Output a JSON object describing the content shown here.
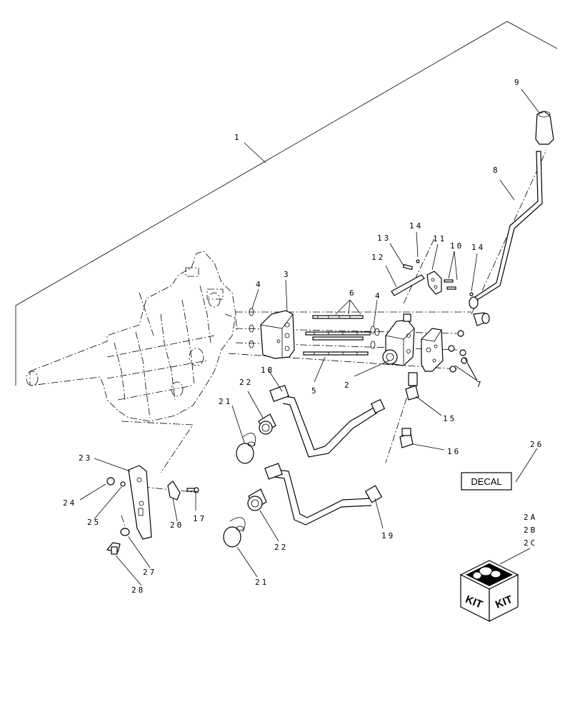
{
  "diagram": {
    "callouts": [
      {
        "id": "c1",
        "text": "1"
      },
      {
        "id": "c2",
        "text": "2"
      },
      {
        "id": "c3",
        "text": "3"
      },
      {
        "id": "c4a",
        "text": "4"
      },
      {
        "id": "c4b",
        "text": "4"
      },
      {
        "id": "c5",
        "text": "5"
      },
      {
        "id": "c6",
        "text": "6"
      },
      {
        "id": "c7",
        "text": "7"
      },
      {
        "id": "c8",
        "text": "8"
      },
      {
        "id": "c9",
        "text": "9"
      },
      {
        "id": "c10",
        "text": "10"
      },
      {
        "id": "c11",
        "text": "11"
      },
      {
        "id": "c12",
        "text": "12"
      },
      {
        "id": "c13",
        "text": "13"
      },
      {
        "id": "c14a",
        "text": "14"
      },
      {
        "id": "c14b",
        "text": "14"
      },
      {
        "id": "c15",
        "text": "15"
      },
      {
        "id": "c16",
        "text": "16"
      },
      {
        "id": "c17",
        "text": "17"
      },
      {
        "id": "c18",
        "text": "18"
      },
      {
        "id": "c19",
        "text": "19"
      },
      {
        "id": "c20",
        "text": "20"
      },
      {
        "id": "c21a",
        "text": "21"
      },
      {
        "id": "c21b",
        "text": "21"
      },
      {
        "id": "c22a",
        "text": "22"
      },
      {
        "id": "c22b",
        "text": "22"
      },
      {
        "id": "c23",
        "text": "23"
      },
      {
        "id": "c24",
        "text": "24"
      },
      {
        "id": "c25",
        "text": "25"
      },
      {
        "id": "c26",
        "text": "26"
      },
      {
        "id": "c27",
        "text": "27"
      },
      {
        "id": "c28",
        "text": "28"
      },
      {
        "id": "c2A",
        "text": "2A"
      },
      {
        "id": "c2B",
        "text": "2B"
      },
      {
        "id": "c2C",
        "text": "2C"
      }
    ],
    "decal_label": "DECAL",
    "kit_label_left": "KIT",
    "kit_label_right": "KIT"
  }
}
